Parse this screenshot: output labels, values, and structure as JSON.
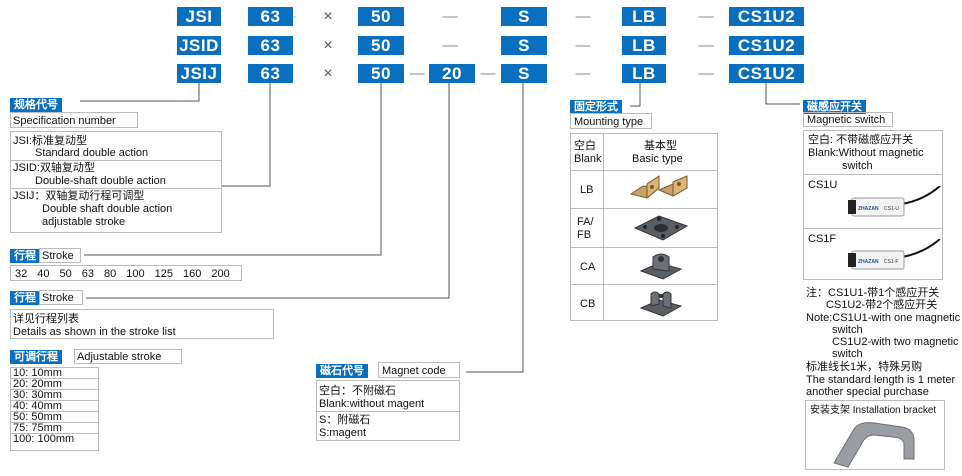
{
  "code_rows": [
    {
      "series": "JSI",
      "bore": "63",
      "x": "×",
      "stroke": "50",
      "adj": "",
      "magnet": "S",
      "mount": "LB",
      "switch": "CS1U2"
    },
    {
      "series": "JSID",
      "bore": "63",
      "x": "×",
      "stroke": "50",
      "adj": "",
      "magnet": "S",
      "mount": "LB",
      "switch": "CS1U2"
    },
    {
      "series": "JSIJ",
      "bore": "63",
      "x": "×",
      "stroke": "50",
      "adj": "20",
      "magnet": "S",
      "mount": "LB",
      "switch": "CS1U2"
    }
  ],
  "spec": {
    "tag": "规格代号",
    "title": "Specification number",
    "items": [
      {
        "cn": "JSI:标准复动型",
        "en": "Standard double action"
      },
      {
        "cn": "JSID:双轴复动型",
        "en": "Double-shaft double action"
      },
      {
        "cn": "JSIJ：双轴复动行程可调型",
        "en": "Double shaft double action",
        "en2": "adjustable stroke"
      }
    ]
  },
  "stroke1": {
    "tag": "行程",
    "label": "Stroke",
    "values": [
      "32",
      "40",
      "50",
      "63",
      "80",
      "100",
      "125",
      "160",
      "200"
    ]
  },
  "stroke2": {
    "tag": "行程",
    "label": "Stroke",
    "line1": "详见行程列表",
    "line2": "Details as shown in the stroke list"
  },
  "adjustable": {
    "tag": "可调行程",
    "label": "Adjustable stroke",
    "rows": [
      "10:  10mm",
      "20:  20mm",
      "30:  30mm",
      "40:  40mm",
      "50:  50mm",
      "75:  75mm",
      "100:  100mm"
    ]
  },
  "magnet": {
    "tag": "磁石代号",
    "label": "Magnet code",
    "l1": "空白：不附磁石",
    "l2": "Blank:without magent",
    "l3": "S：附磁石",
    "l4": "S:magent"
  },
  "mounting": {
    "tag": "固定形式",
    "label": "Mounting type",
    "blank_code": "空白",
    "blank_code_en": "Blank",
    "basic_cn": "基本型",
    "basic_en": "Basic type",
    "rows": [
      "LB",
      "FA/\nFB",
      "CA",
      "CB"
    ]
  },
  "switch": {
    "tag": "磁感应开关",
    "label": "Magnetic switch",
    "blank_cn": "空白: 不带磁感应开关",
    "blank_en": "Blank:Without magnetic",
    "blank_en2": "switch",
    "cs1u": "CS1U",
    "cs1f": "CS1F",
    "brand": "ZHAZAN",
    "sensor_u": "CS1-U",
    "sensor_f": "CS1-F",
    "note": [
      "注：CS1U1-带1个感应开关",
      "CS1U2-带2个感应开关",
      "Note:CS1U1-with one magnetic",
      "switch",
      "CS1U2-with two magnetic",
      "switch",
      "标准线长1米，特殊另购",
      "The standard length is 1 meter",
      "another special purchase"
    ],
    "bracket": "安装支架 Installation bracket"
  },
  "colors": {
    "accent": "#0a6fbf",
    "border": "#bbbbbb"
  }
}
